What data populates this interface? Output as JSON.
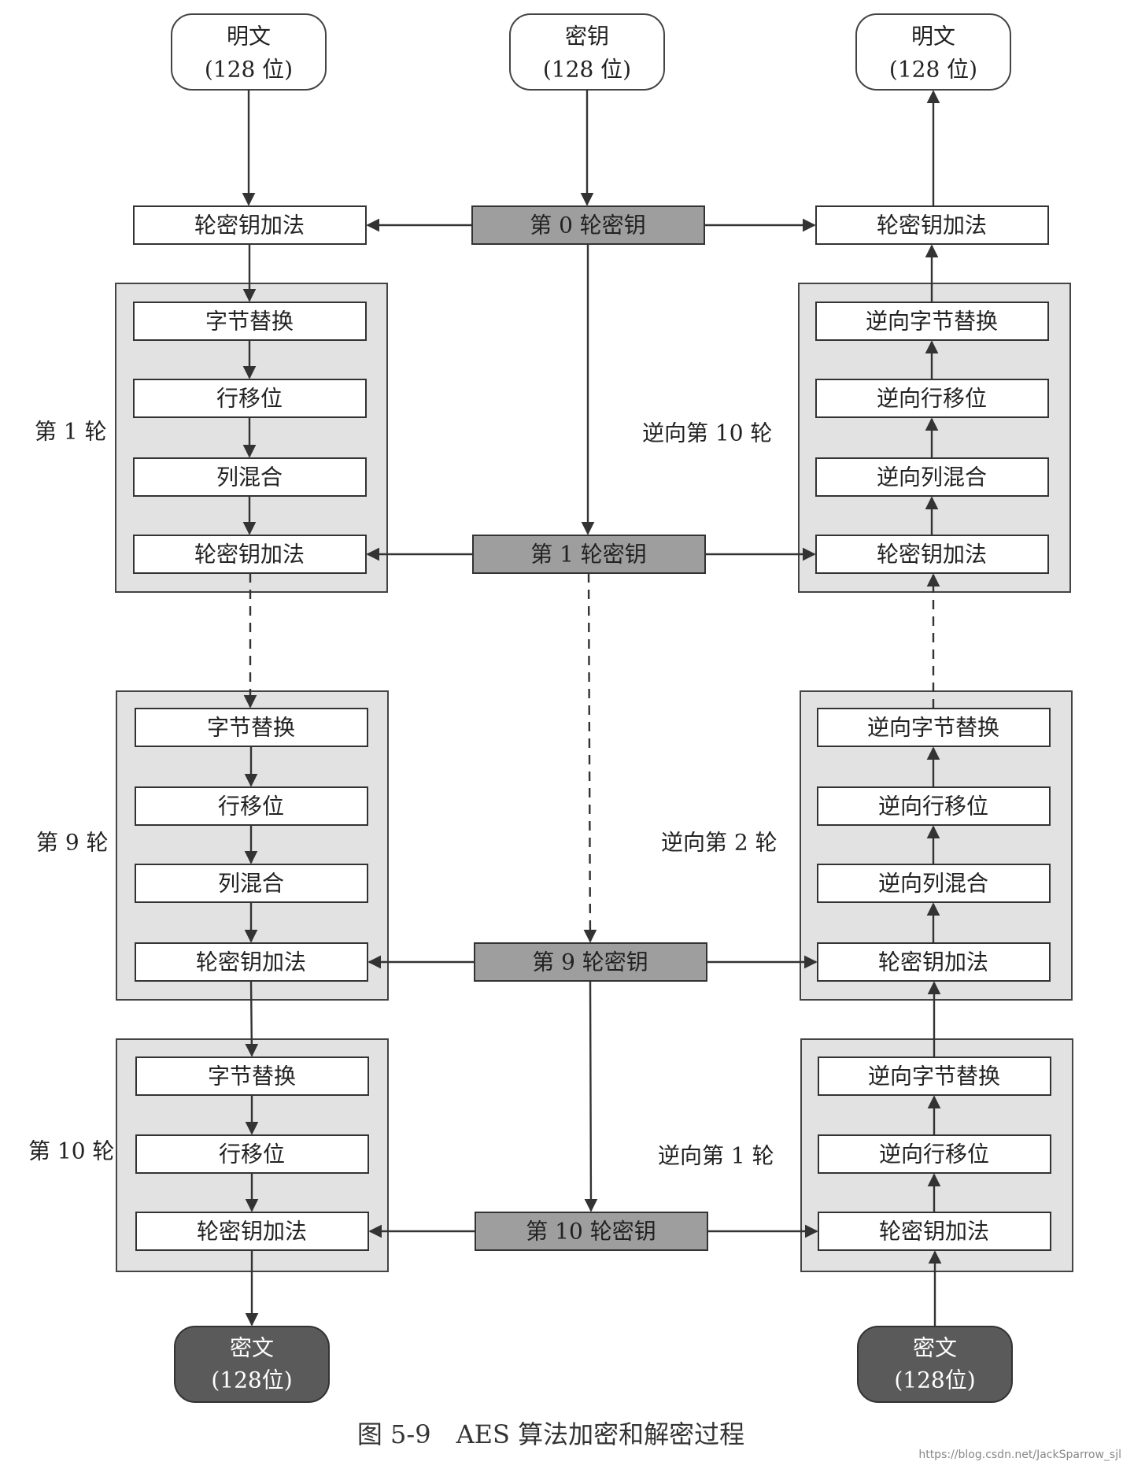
{
  "inputs": {
    "plaintext_in": {
      "line1": "明文",
      "line2": "(128 位)"
    },
    "key": {
      "line1": "密钥",
      "line2": "(128 位)"
    },
    "plaintext_out": {
      "line1": "明文",
      "line2": "(128 位)"
    }
  },
  "outputs": {
    "ciphertext_left": {
      "line1": "密文",
      "line2": "(128位)"
    },
    "ciphertext_right": {
      "line1": "密文",
      "line2": "(128位)"
    }
  },
  "round_keys": {
    "k0": "第 0 轮密钥",
    "k1": "第 1 轮密钥",
    "k9": "第 9 轮密钥",
    "k10": "第 10 轮密钥"
  },
  "ops": {
    "add_round_key": "轮密钥加法",
    "sub_bytes": "字节替换",
    "shift_rows": "行移位",
    "mix_columns": "列混合",
    "inv_sub_bytes": "逆向字节替换",
    "inv_shift_rows": "逆向行移位",
    "inv_mix_columns": "逆向列混合"
  },
  "round_labels": {
    "enc_r1": "第 1 轮",
    "enc_r9": "第 9 轮",
    "enc_r10": "第 10 轮",
    "dec_r10": "逆向第 10 轮",
    "dec_r2": "逆向第 2 轮",
    "dec_r1": "逆向第 1 轮"
  },
  "caption": "图 5-9　AES 算法加密和解密过程",
  "watermark": "https://blog.csdn.net/JackSparrow_sjl"
}
